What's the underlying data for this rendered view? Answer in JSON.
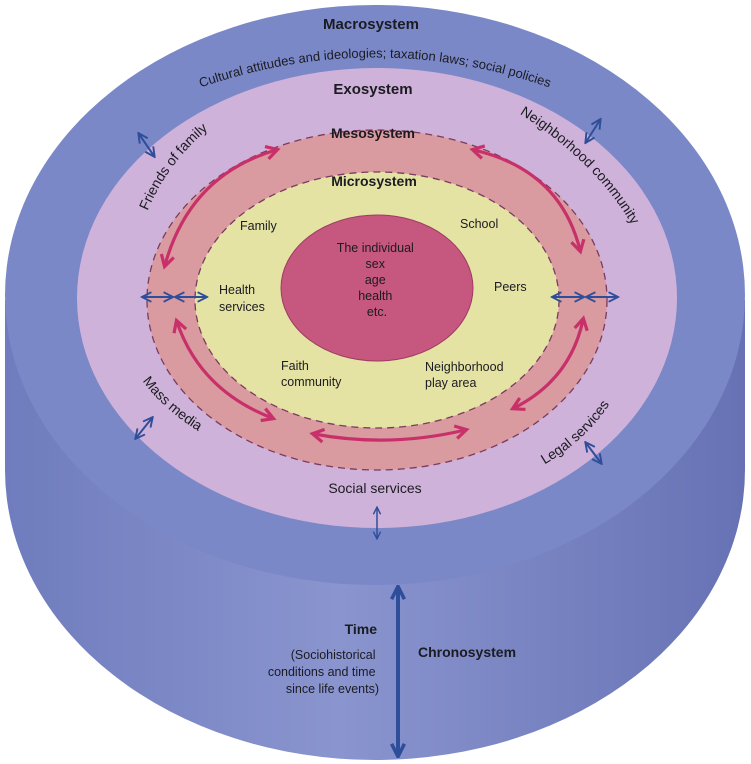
{
  "title": "Bronfenbrenner ecological systems model",
  "colors": {
    "macro": "#7b88c8",
    "macro_side": "#7a86c4",
    "exo": "#cfb2d9",
    "meso": "#d99aa0",
    "micro": "#e5e3a4",
    "individual": "#c6577f",
    "meso_arrow": "#c8306a",
    "connector_arrow": "#2f4e9a"
  },
  "macrosystem": {
    "title": "Macrosystem",
    "description": "Cultural attitudes and ideologies; taxation laws; social policies"
  },
  "exosystem": {
    "title": "Exosystem",
    "items": [
      "Friends of family",
      "Neighborhood community",
      "Mass media",
      "Legal services",
      "Social services"
    ]
  },
  "mesosystem": {
    "title": "Mesosystem"
  },
  "microsystem": {
    "title": "Microsystem",
    "items": [
      {
        "label": "Family"
      },
      {
        "label": "School"
      },
      {
        "lines": [
          "Health",
          "services"
        ]
      },
      {
        "label": "Peers"
      },
      {
        "lines": [
          "Faith",
          "community"
        ]
      },
      {
        "lines": [
          "Neighborhood",
          "play area"
        ]
      }
    ]
  },
  "individual": {
    "lines": [
      "The individual",
      "sex",
      "age",
      "health",
      "etc."
    ]
  },
  "chronosystem": {
    "title": "Chronosystem",
    "time_label": "Time",
    "time_description": [
      "(Sociohistorical",
      "conditions and time",
      "since life events)"
    ]
  }
}
